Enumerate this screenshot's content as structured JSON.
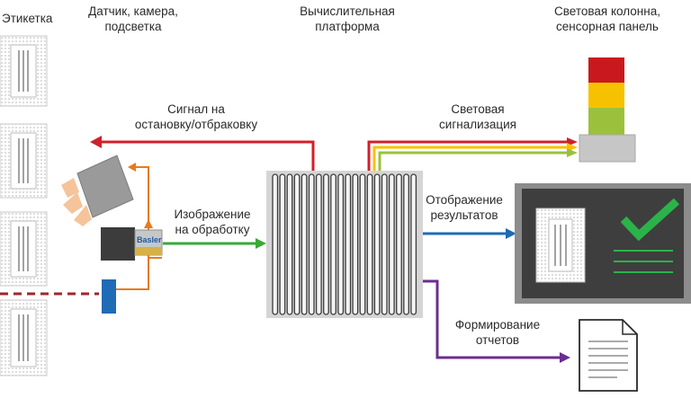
{
  "labels": {
    "label": "Этикетка",
    "sensor_line1": "Датчик, камера,",
    "sensor_line2": "подсветка",
    "compute_line1": "Вычислительная",
    "compute_line2": "платформа",
    "tower_line1": "Световая колонна,",
    "tower_line2": "сенсорная панель",
    "stop_line1": "Сигнал на",
    "stop_line2": "остановку/отбраковку",
    "light_line1": "Световая",
    "light_line2": "сигнализация",
    "image_line1": "Изображение",
    "image_line2": "на обработку",
    "display_line1": "Отображение",
    "display_line2": "результатов",
    "report_line1": "Формирование",
    "report_line2": "отчетов",
    "camera_brand": "Basler"
  },
  "colors": {
    "stop_signal": "#d0202a",
    "light_red": "#c9191e",
    "light_yellow": "#f6c200",
    "light_green": "#9bc13c",
    "image_arrow": "#3aaa35",
    "display_arrow": "#1e6bb3",
    "report_arrow": "#6b2d8f",
    "sensor_wire": "#e87a1d",
    "conveyor_dash": "#a3262b",
    "check": "#2bb34a"
  }
}
